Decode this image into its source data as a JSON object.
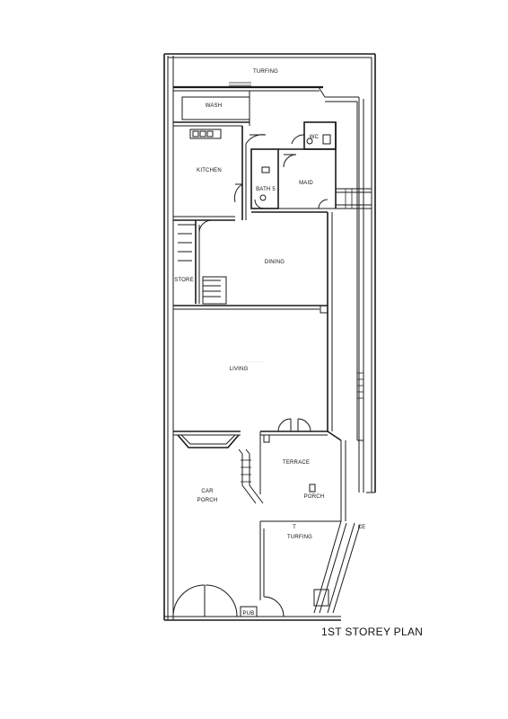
{
  "plan": {
    "title": "1ST STOREY PLAN",
    "rooms": {
      "turfing_rear": "TURFING",
      "wash": "WASH",
      "kitchen": "KITCHEN",
      "wc": "WC",
      "bath": "BATH 5",
      "maid": "MAID",
      "dining": "DINING",
      "store": "STORE",
      "living": "LIVING",
      "terrace": "TERRACE",
      "car_porch_line1": "CAR",
      "car_porch_line2": "PORCH",
      "porch": "PORCH",
      "turfing_front": "TURFING",
      "pub": "PUB",
      "tcar": "T",
      "ce": "CE"
    }
  }
}
